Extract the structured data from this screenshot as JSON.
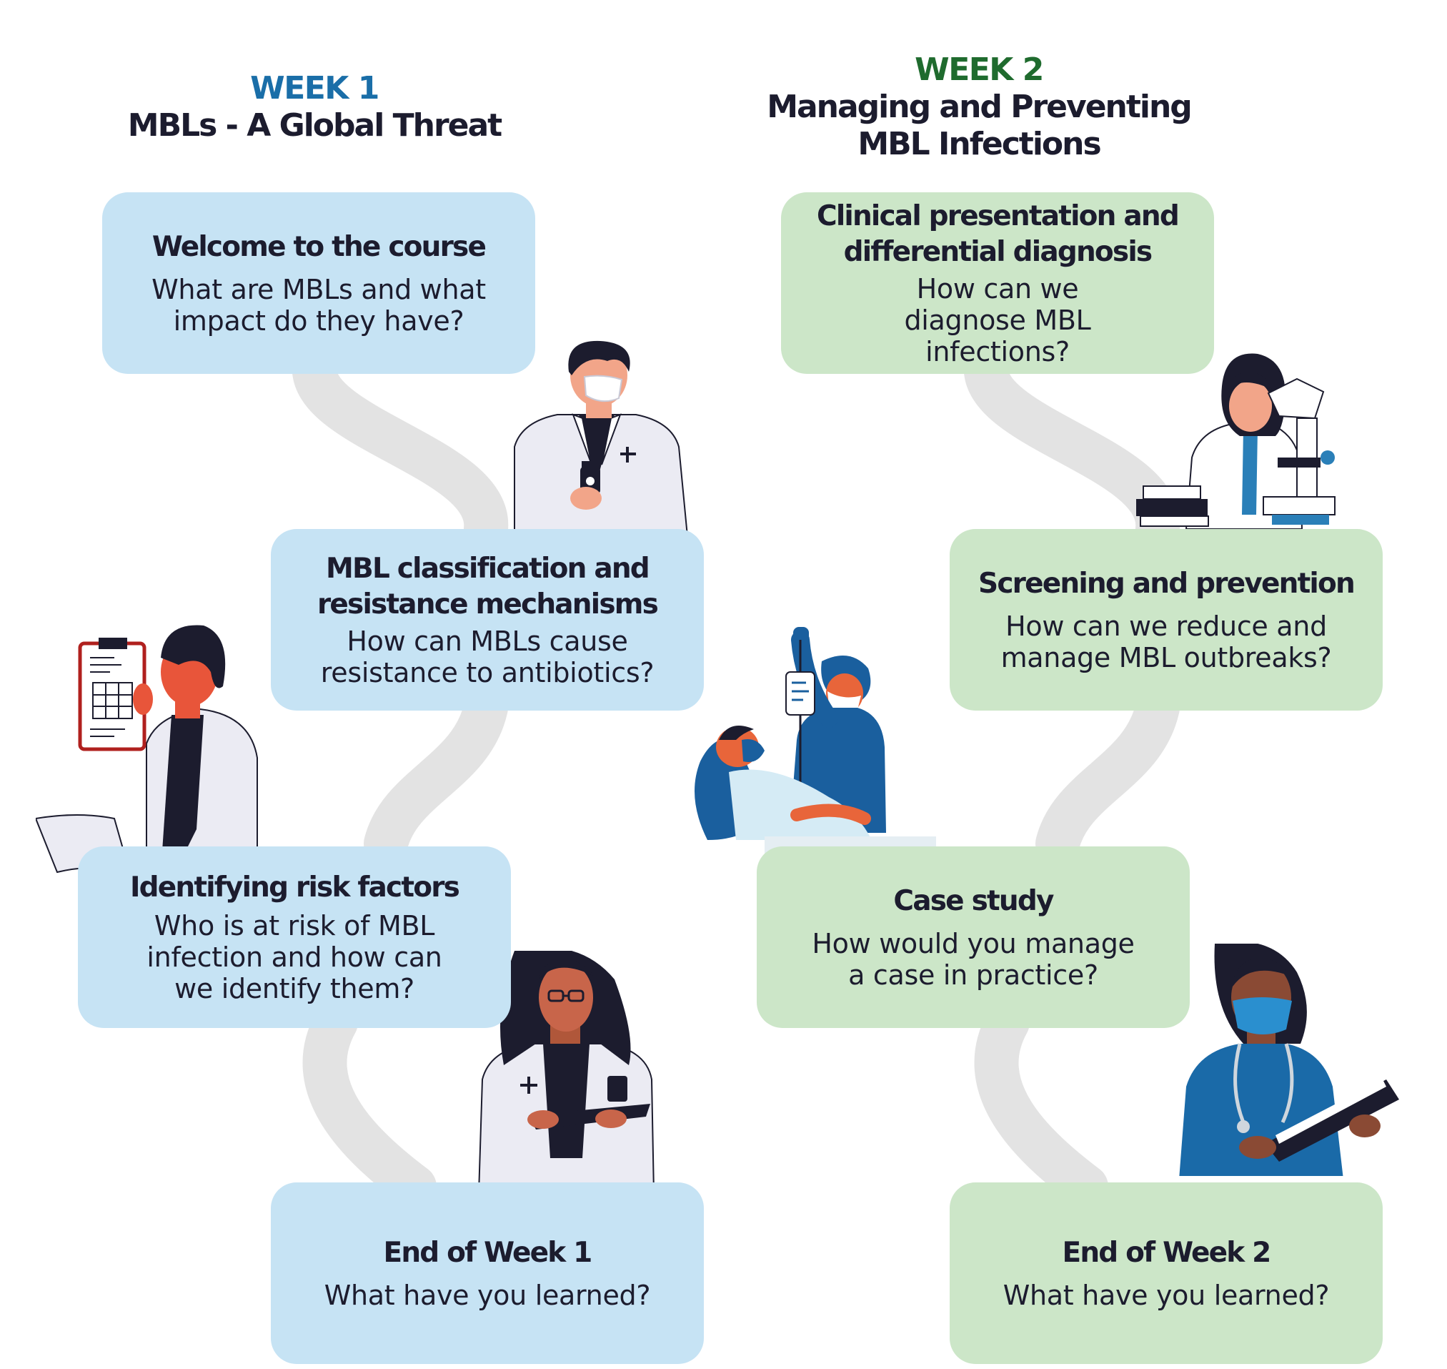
{
  "colors": {
    "week1_accent": "#1a6ea8",
    "week2_accent": "#1f6b2e",
    "week1_card": "#c6e3f4",
    "week2_card": "#cce6c8",
    "path": "#e3e3e3",
    "text": "#1c1c2e"
  },
  "week1": {
    "label": "WEEK 1",
    "title": "MBLs - A Global Threat",
    "steps": [
      {
        "title": "Welcome to the course",
        "question": "What are MBLs and what impact do they have?"
      },
      {
        "title": "MBL classification and resistance mechanisms",
        "question": "How can MBLs cause resistance to antibiotics?"
      },
      {
        "title": "Identifying risk factors",
        "question": "Who is at risk of MBL infection and how can we identify them?"
      },
      {
        "title": "End of Week 1",
        "question": "What have you learned?"
      }
    ]
  },
  "week2": {
    "label": "WEEK 2",
    "title_lines": [
      "Managing and Preventing",
      "MBL Infections"
    ],
    "steps": [
      {
        "title": "Clinical presentation and differential diagnosis",
        "question": "How can we diagnose MBL infections?"
      },
      {
        "title": "Screening and prevention",
        "question": "How can we reduce and manage MBL outbreaks?"
      },
      {
        "title": "Case study",
        "question": "How would you manage a case in practice?"
      },
      {
        "title": "End of Week 2",
        "question": "What have you learned?"
      }
    ]
  },
  "illustrations": [
    "doctor-with-medicine-bottle-icon",
    "doctor-with-clipboard-icon",
    "doctor-with-tablet-icon",
    "scientist-with-microscope-icon",
    "nurse-with-patient-iv-icon",
    "nurse-with-stethoscope-icon"
  ]
}
